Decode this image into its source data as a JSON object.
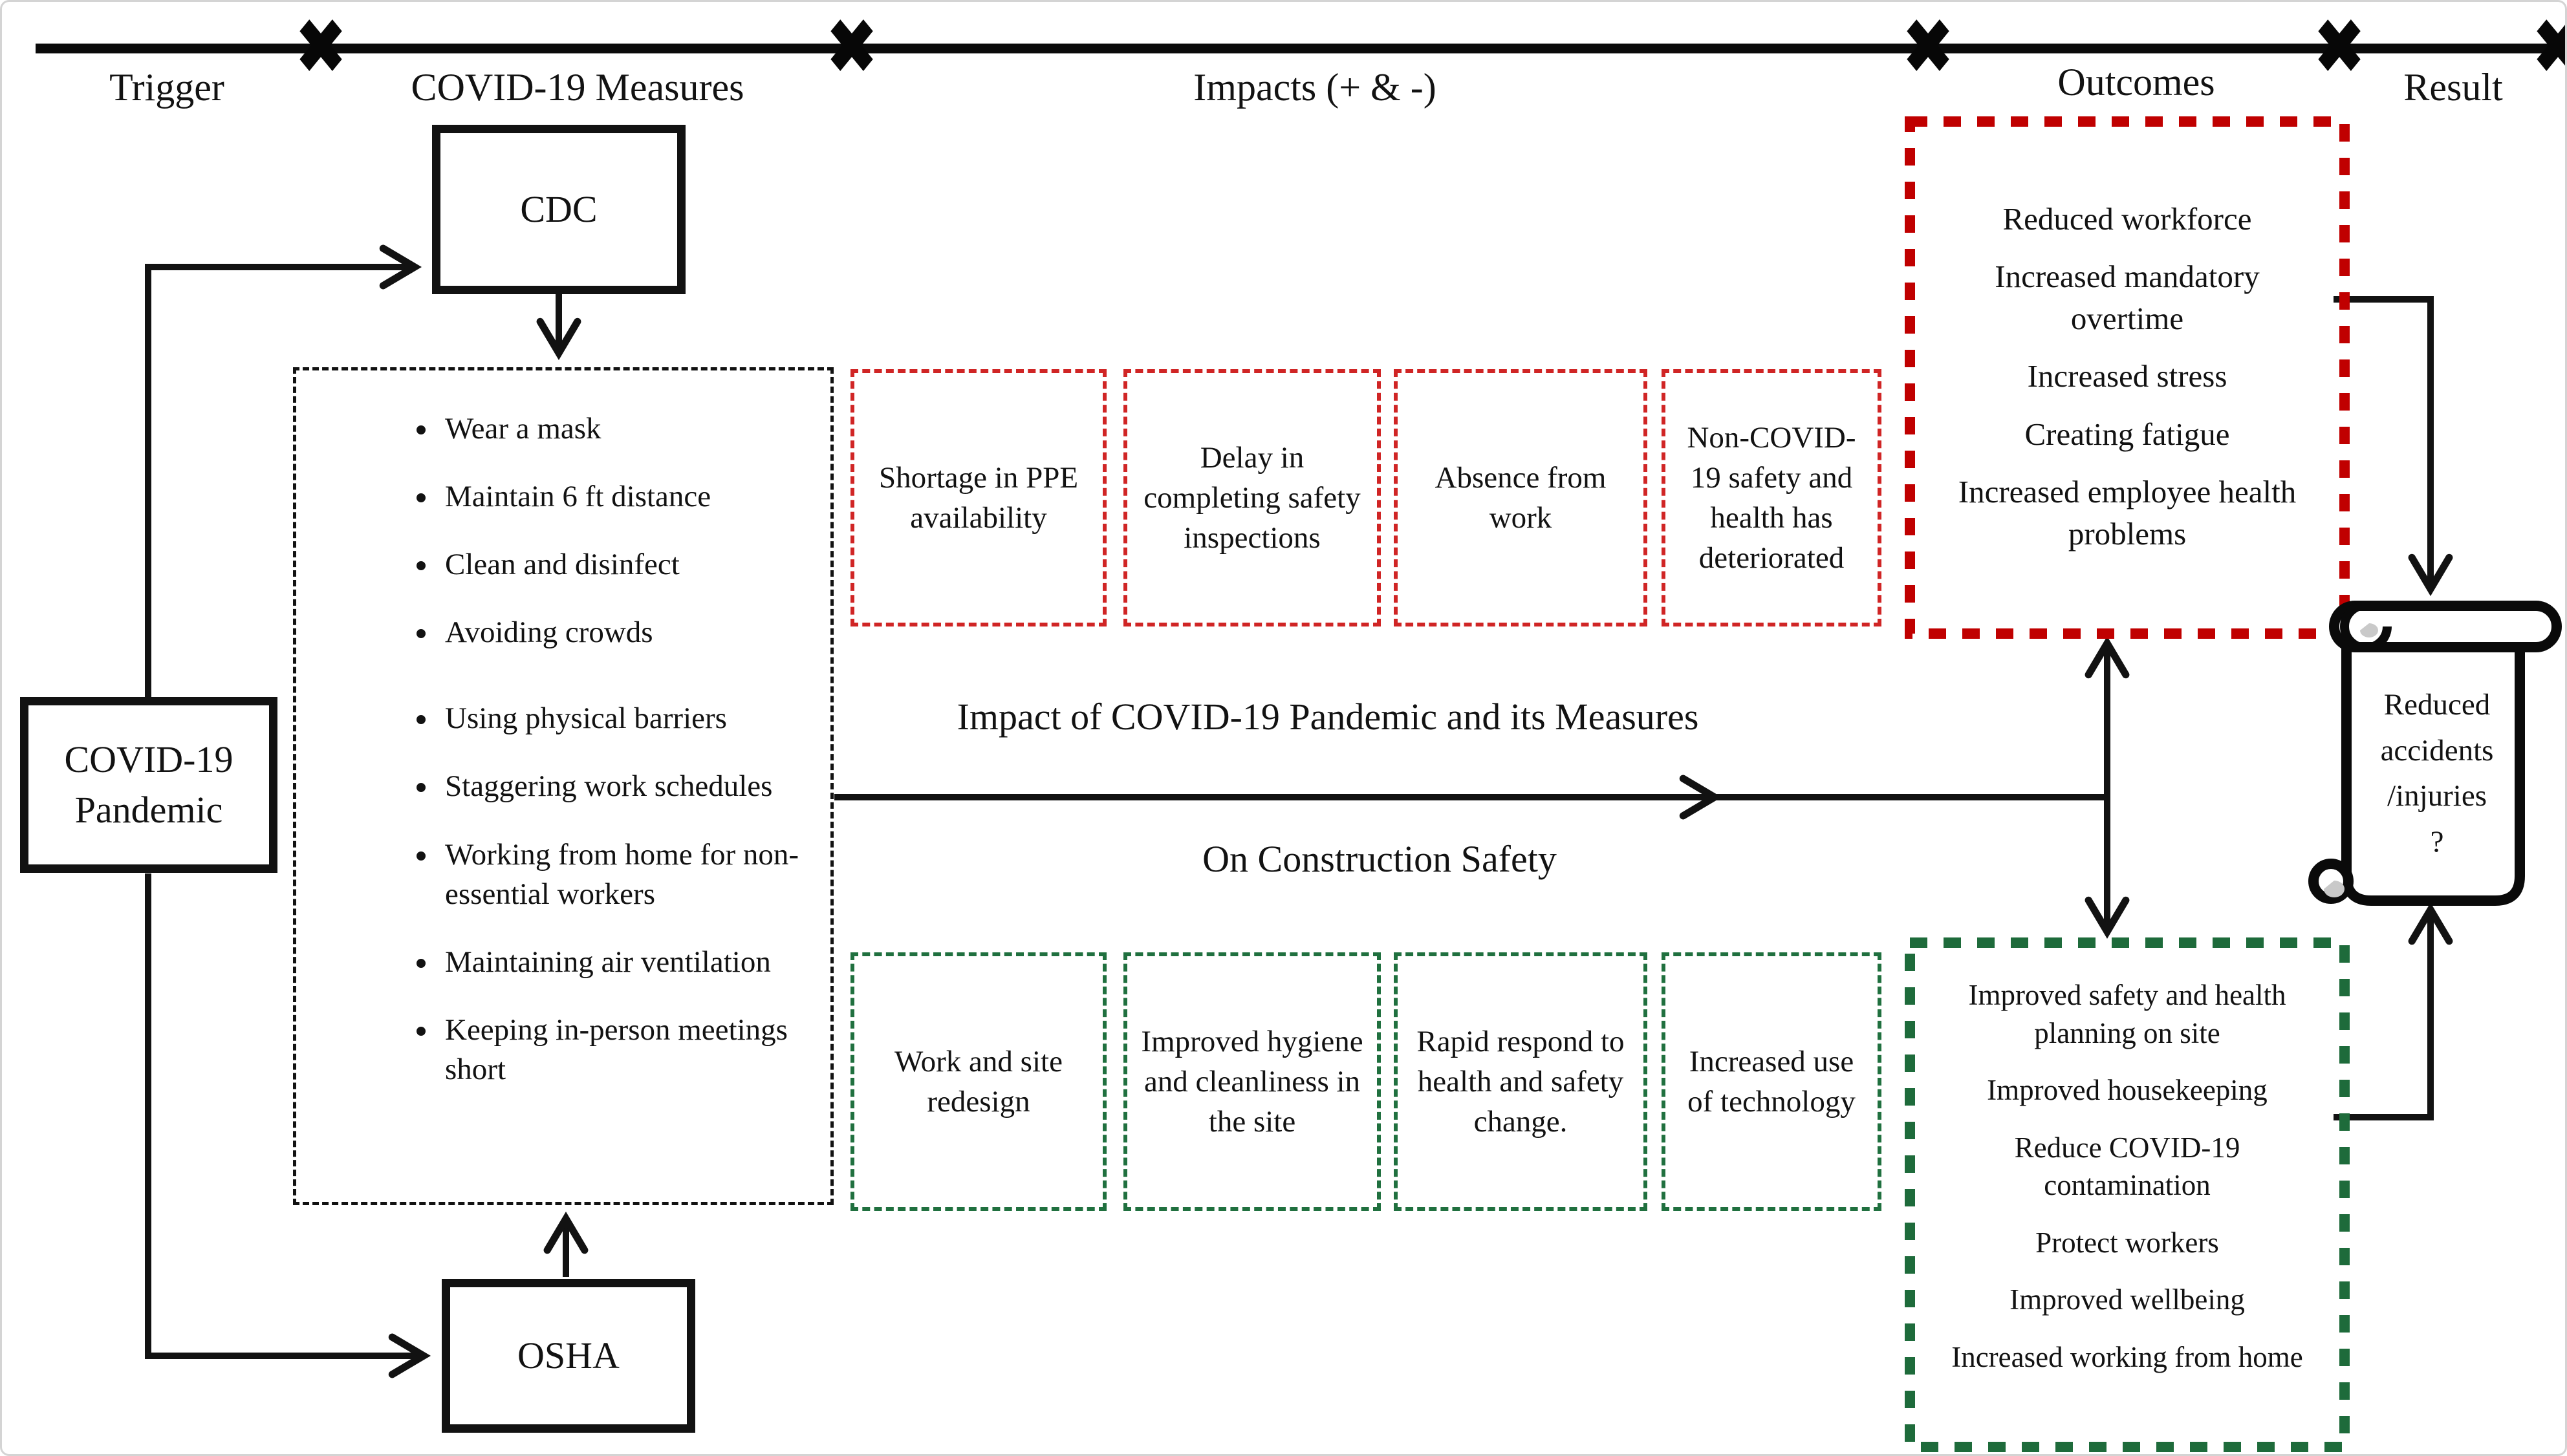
{
  "colors": {
    "ink": "#121212",
    "negative": "#c00000",
    "negative_dash": "#d02525",
    "positive": "#1e6b3b",
    "positive_dash": "#20703f"
  },
  "icons": {
    "x_marker": "✖"
  },
  "timeline": {
    "stages": [
      {
        "label": "Trigger"
      },
      {
        "label": "COVID-19 Measures"
      },
      {
        "label": "Impacts (+ & -)"
      },
      {
        "label": "Outcomes"
      },
      {
        "label": "Result"
      }
    ]
  },
  "nodes": {
    "pandemic": "COVID-19 Pandemic",
    "cdc": "CDC",
    "osha": "OSHA"
  },
  "measures": {
    "items": [
      "Wear a mask",
      "Maintain 6 ft distance",
      "Clean and disinfect",
      "Avoiding crowds",
      "Using physical barriers",
      "Staggering work schedules",
      "Working from home for non-essential workers",
      "Maintaining air ventilation",
      "Keeping in-person meetings short"
    ]
  },
  "impacts": {
    "negative": [
      "Shortage in PPE availability",
      "Delay in completing safety inspections",
      "Absence from work",
      "Non-COVID-19 safety and health has deteriorated"
    ],
    "positive": [
      "Work and site redesign",
      "Improved hygiene and cleanliness in the site",
      "Rapid respond to health and safety change.",
      "Increased use of technology"
    ]
  },
  "central_arrow": {
    "line1": "Impact of COVID-19 Pandemic and its Measures",
    "line2": "On Construction Safety"
  },
  "outcomes": {
    "negative": [
      "Reduced workforce",
      "Increased mandatory overtime",
      "Increased stress",
      "Creating fatigue",
      "Increased employee health problems"
    ],
    "positive": [
      "Improved safety and health planning on site",
      "Improved housekeeping",
      "Reduce COVID-19 contamination",
      "Protect workers",
      "Improved wellbeing",
      "Increased working from home"
    ]
  },
  "result": {
    "lines": [
      "Reduced",
      "accidents",
      "/injuries",
      "?"
    ]
  }
}
